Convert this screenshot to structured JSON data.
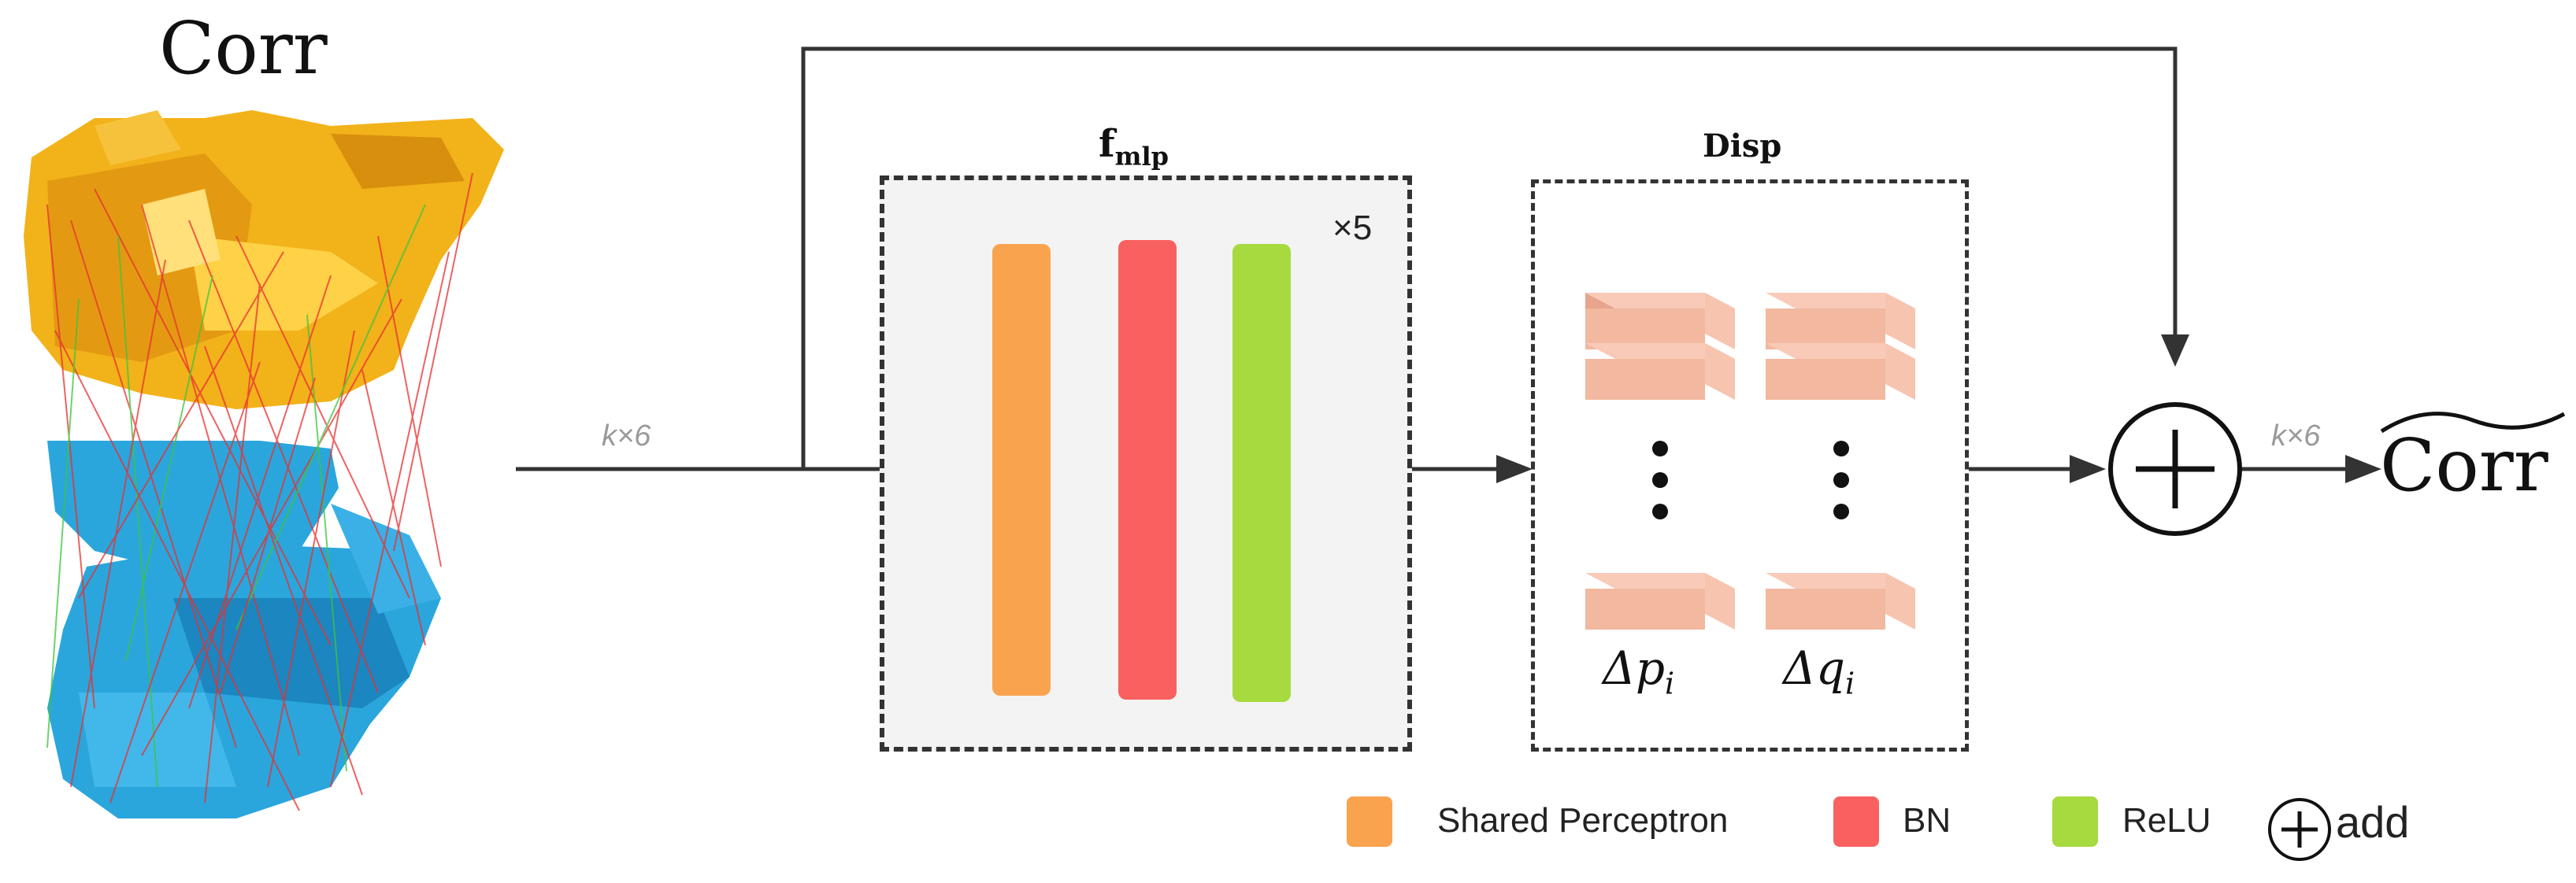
{
  "input_label": "Corr",
  "output_label": "Corr",
  "dims": {
    "input": "k×6",
    "output": "k×6"
  },
  "fmlp": {
    "label": "f",
    "subscript": "mlp",
    "repeat": "×5"
  },
  "disp": {
    "label": "Disp",
    "p_symbol": "Δp",
    "p_sub": "i",
    "q_symbol": "Δq",
    "q_sub": "i"
  },
  "legend": {
    "shared_perceptron": "Shared Perceptron",
    "bn": "BN",
    "relu": "ReLU",
    "add": "add"
  },
  "colors": {
    "shared_perceptron": "#f9a34f",
    "bn": "#f96160",
    "relu": "#a6da3e",
    "disp_block": "#f2b8a0",
    "source_cloud": "#f2b21a",
    "target_cloud": "#2aa6dd"
  }
}
